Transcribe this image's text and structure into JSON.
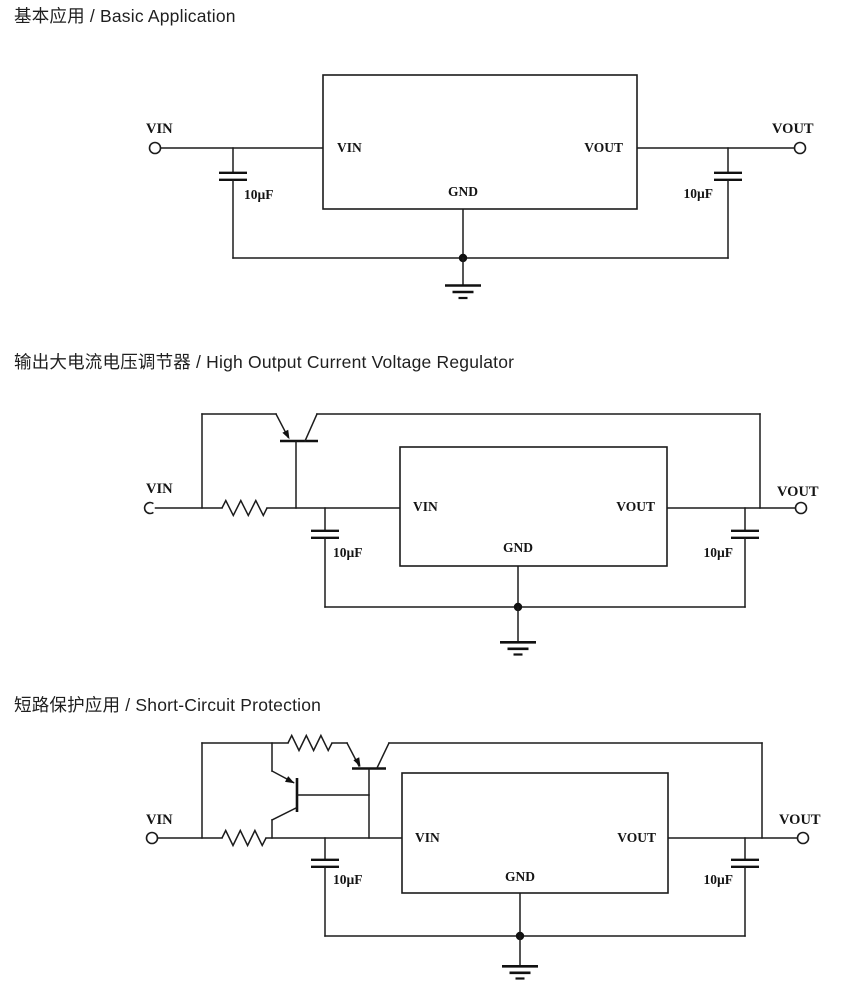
{
  "page": {
    "background": "#ffffff",
    "ink": "#1c1c1c"
  },
  "sections": [
    {
      "title": "基本应用 / Basic Application",
      "labels": {
        "vin_terminal": "VIN",
        "vout_terminal": "VOUT",
        "pin_vin": "VIN",
        "pin_vout": "VOUT",
        "pin_gnd": "GND",
        "input_cap": "10µF",
        "output_cap": "10µF"
      }
    },
    {
      "title": "输出大电流电压调节器 / High Output Current Voltage Regulator",
      "labels": {
        "vin_terminal": "VIN",
        "vout_terminal": "VOUT",
        "pin_vin": "VIN",
        "pin_vout": "VOUT",
        "pin_gnd": "GND",
        "input_cap": "10µF",
        "output_cap": "10µF"
      }
    },
    {
      "title": "短路保护应用 / Short-Circuit Protection",
      "labels": {
        "vin_terminal": "VIN",
        "vout_terminal": "VOUT",
        "pin_vin": "VIN",
        "pin_vout": "VOUT",
        "pin_gnd": "GND",
        "input_cap": "10µF",
        "output_cap": "10µF"
      }
    }
  ]
}
